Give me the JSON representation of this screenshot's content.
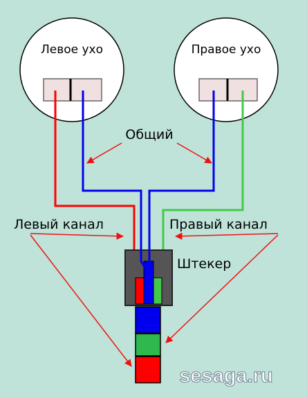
{
  "labels": {
    "left_ear": "Левое ухо",
    "right_ear": "Правое ухо",
    "common": "Общий",
    "left_channel": "Левый канал",
    "right_channel": "Правый канал",
    "plug": "Штекер"
  },
  "watermark": "sesaga.ru",
  "colors": {
    "background": "#bfe3d9",
    "left_wire": "#ff0000",
    "common_wire": "#0000ee",
    "right_wire": "#44c84a",
    "arrow": "#ee1111",
    "plug_body": "#555555",
    "connector_fill": "#f0e0e0"
  }
}
